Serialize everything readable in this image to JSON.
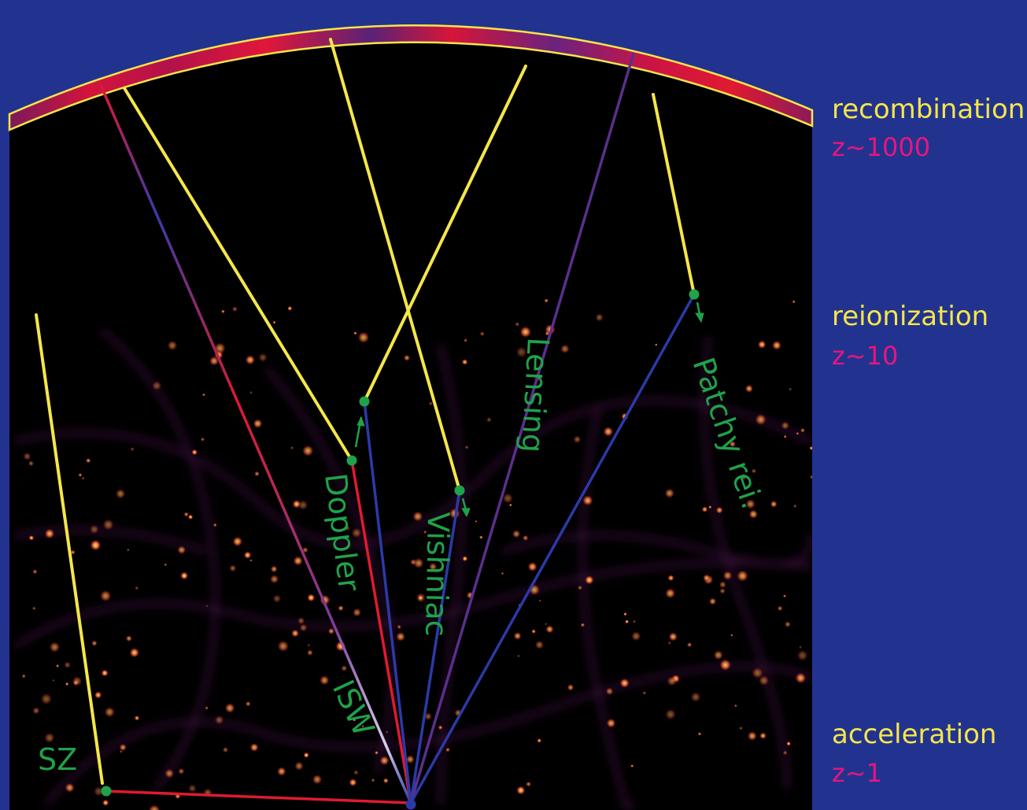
{
  "colors": {
    "background": "#22338f",
    "sky": "#000000",
    "photon_path": "#f5e64a",
    "epoch_name": "#f5e64a",
    "redshift": "#e8157f",
    "effect_label": "#1fa24a",
    "observer_ray": "#2b3aa8",
    "lensing_ray": "#5a2f8c",
    "red_ray": "#e01a30"
  },
  "epochs": [
    {
      "name": "recombination",
      "z": "z~1000"
    },
    {
      "name": "reionization",
      "z": "z~10"
    },
    {
      "name": "acceleration",
      "z": "z~1"
    }
  ],
  "effects": {
    "sz": "SZ",
    "isw": "ISW",
    "doppler": "Doppler",
    "vishniac": "Vishniac",
    "lensing": "Lensing",
    "patchy": "Patchy rei."
  }
}
